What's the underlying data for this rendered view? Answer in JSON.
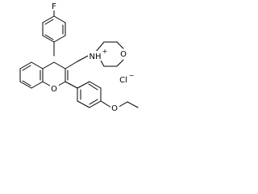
{
  "molecule": {
    "atoms": {
      "fluorine": "F",
      "ring_oxygen": "O",
      "morpholine_nitrogen": "NH",
      "nitrogen_charge": "+",
      "morpholine_oxygen": "O",
      "ether_oxygen": "O",
      "chloride": "Cl",
      "chloride_charge": "−"
    },
    "colors": {
      "bond": "#000000",
      "text": "#000000",
      "background": "#ffffff"
    }
  }
}
